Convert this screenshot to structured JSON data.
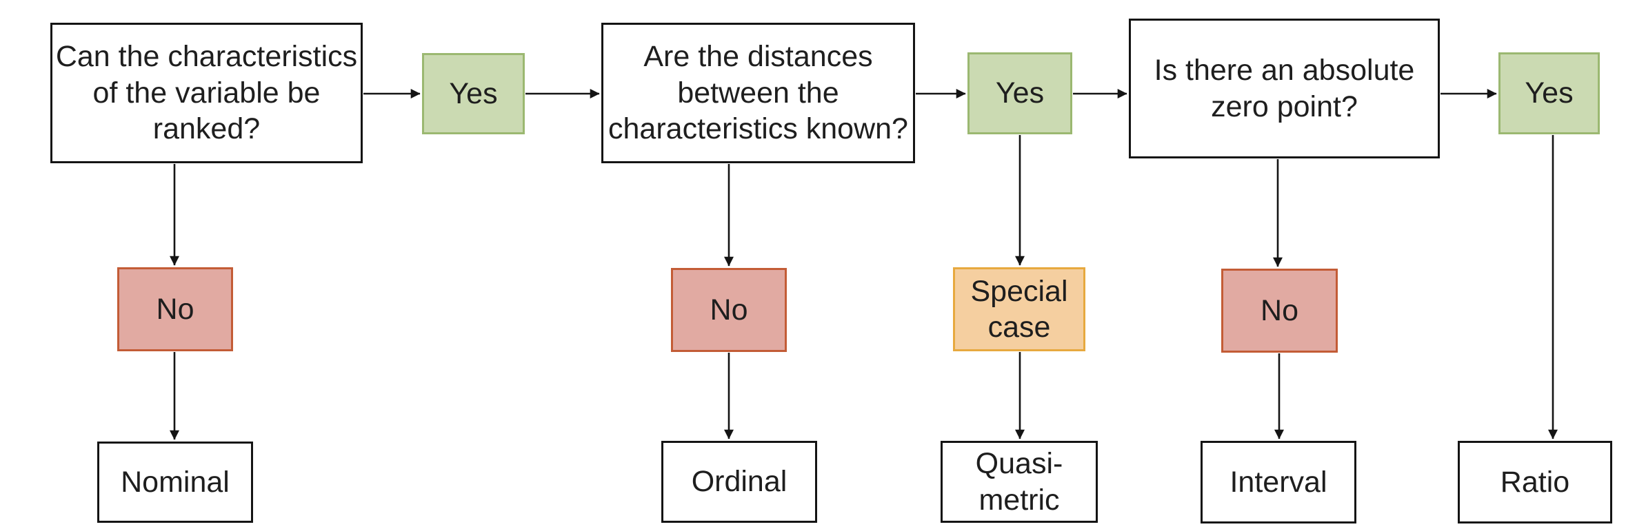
{
  "flowchart": {
    "description": "Decision flowchart for levels of measurement",
    "nodes": {
      "question_1": "Can the characteristics\nof the variable be\nranked?",
      "yes_1": "Yes",
      "question_2": "Are the distances\nbetween the\ncharacteristics known?",
      "yes_2": "Yes",
      "question_3": "Is there an absolute\nzero point?",
      "yes_3": "Yes",
      "no_1": "No",
      "no_2": "No",
      "special_case": "Special\ncase",
      "no_3": "No",
      "outcome_nominal": "Nominal",
      "outcome_ordinal": "Ordinal",
      "outcome_quasi_metric": "Quasi-\nmetric",
      "outcome_interval": "Interval",
      "outcome_ratio": "Ratio"
    },
    "colors": {
      "background": "#ffffff",
      "box_fill": "#ffffff",
      "box_border": "#141414",
      "line": "#141414",
      "text": "#1e1e1e",
      "yes_fill": "#cbdab2",
      "yes_border": "#9bb871",
      "no_fill": "#e1aaa2",
      "no_border": "#c35c36",
      "special_fill": "#f5cfa0",
      "special_border": "#e7a93f"
    }
  }
}
